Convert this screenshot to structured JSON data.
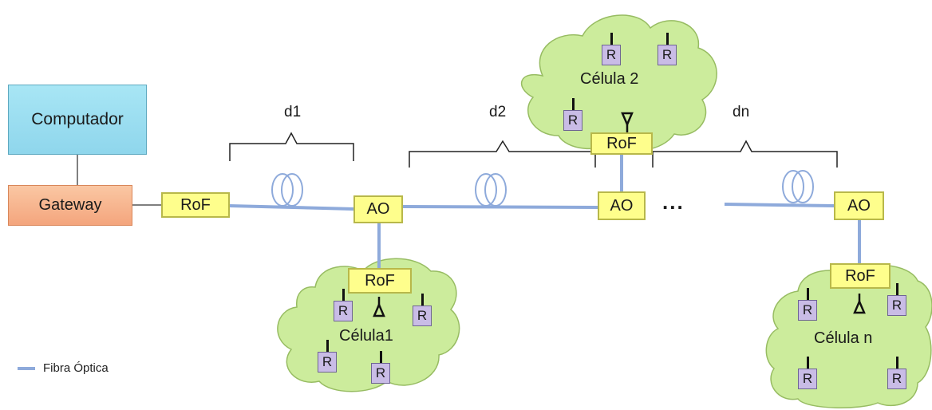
{
  "nodes": {
    "computer": "Computador",
    "gateway": "Gateway",
    "rof": "RoF",
    "ao": "AO",
    "radio": "R"
  },
  "distances": {
    "d1": "d1",
    "d2": "d2",
    "dn": "dn"
  },
  "ellipsis": "...",
  "cells": {
    "cell1": "Célula1",
    "cell2": "Célula 2",
    "celln": "Célula n"
  },
  "legend": {
    "fiber": "Fibra Óptica"
  },
  "colors": {
    "fiber": "#8eaadb",
    "cloud_fill": "#ccec9c",
    "cloud_stroke": "#97bc62",
    "rof_fill": "#fefe8c",
    "radio_fill": "#c9bce6",
    "computer_fill": "#a8e6f5",
    "gateway_fill": "#f4a57d"
  }
}
